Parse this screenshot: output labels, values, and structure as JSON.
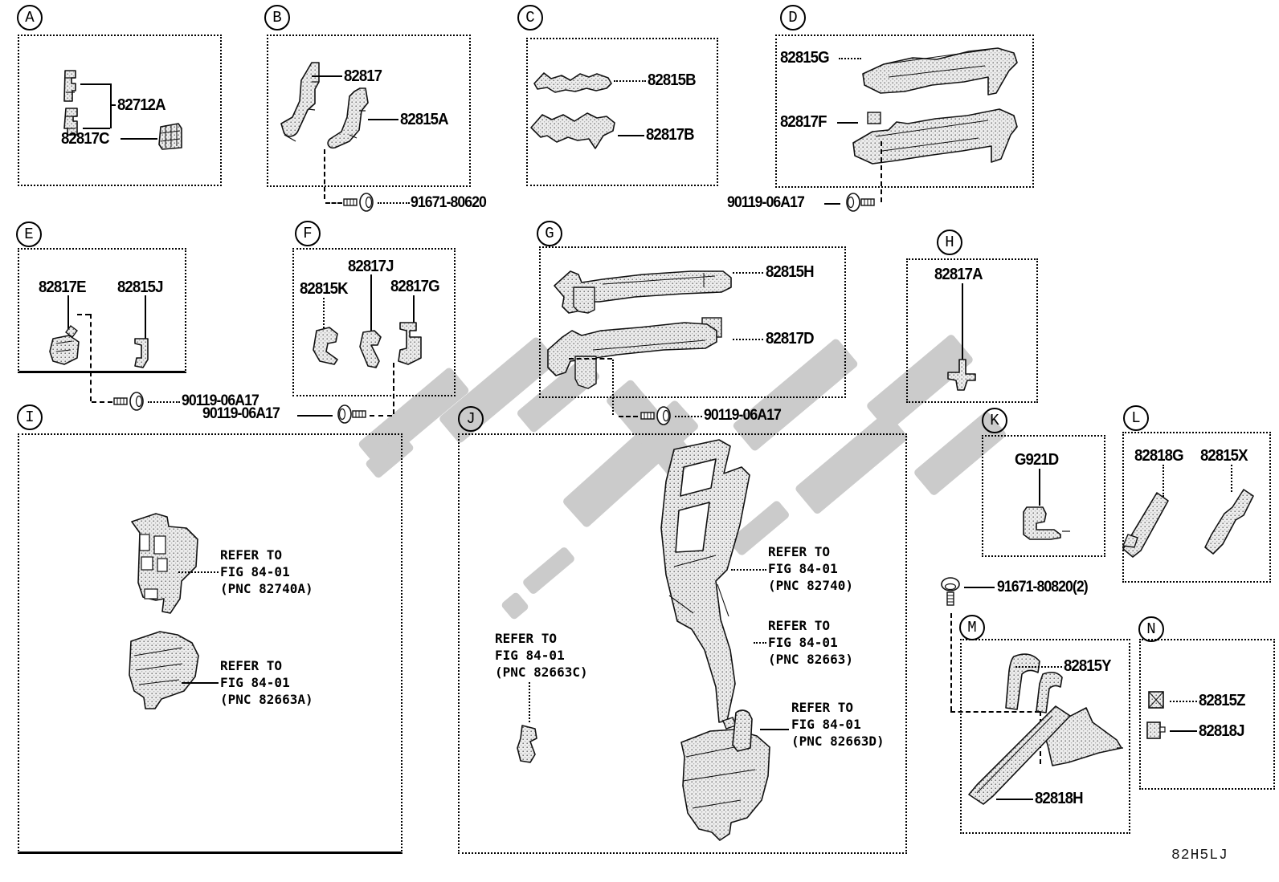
{
  "figure_code": "82H5LJ",
  "sections": {
    "A": {
      "letter": "A",
      "l1": "82712A",
      "l2": "82817C"
    },
    "B": {
      "letter": "B",
      "l1": "82817",
      "l2": "82815A",
      "bolt": "91671-80620"
    },
    "C": {
      "letter": "C",
      "l1": "82815B",
      "l2": "82817B"
    },
    "D": {
      "letter": "D",
      "l1": "82815G",
      "l2": "82817F",
      "bolt": "90119-06A17"
    },
    "E": {
      "letter": "E",
      "l1": "82817E",
      "l2": "82815J",
      "bolt": "90119-06A17"
    },
    "F": {
      "letter": "F",
      "l1": "82817J",
      "l2": "82815K",
      "l3": "82817G",
      "bolt": "90119-06A17"
    },
    "G": {
      "letter": "G",
      "l1": "82815H",
      "l2": "82817D",
      "bolt": "90119-06A17"
    },
    "H": {
      "letter": "H",
      "l1": "82817A"
    },
    "I": {
      "letter": "I",
      "ref1": {
        "l1": "REFER TO",
        "l2": "FIG 84-01",
        "l3": "(PNC 82740A)"
      },
      "ref2": {
        "l1": "REFER TO",
        "l2": "FIG 84-01",
        "l3": "(PNC 82663A)"
      }
    },
    "J": {
      "letter": "J",
      "ref1": {
        "l1": "REFER TO",
        "l2": "FIG 84-01",
        "l3": "(PNC 82740)"
      },
      "ref2": {
        "l1": "REFER TO",
        "l2": "FIG 84-01",
        "l3": "(PNC 82663)"
      },
      "ref3": {
        "l1": "REFER TO",
        "l2": "FIG 84-01",
        "l3": "(PNC 82663C)"
      },
      "ref4": {
        "l1": "REFER TO",
        "l2": "FIG 84-01",
        "l3": "(PNC 82663D)"
      }
    },
    "K": {
      "letter": "K",
      "l1": "G921D",
      "bolt": "91671-80820(2)"
    },
    "L": {
      "letter": "L",
      "l1": "82818G",
      "l2": "82815X"
    },
    "M": {
      "letter": "M",
      "l1": "82815Y",
      "l2": "82818H"
    },
    "N": {
      "letter": "N",
      "l1": "82815Z",
      "l2": "82818J"
    }
  }
}
